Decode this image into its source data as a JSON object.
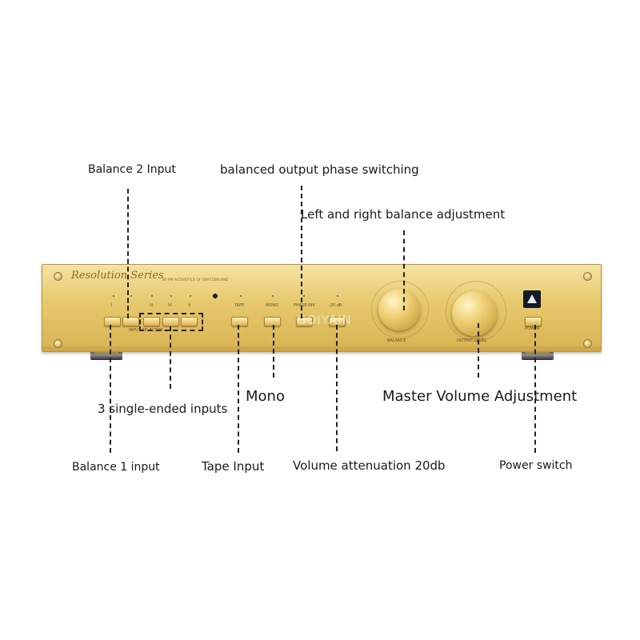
{
  "callouts": {
    "balance_2_input": "Balance 2 Input",
    "balanced_output_phase": "balanced output phase switching",
    "lr_balance": "Left and right balance adjustment",
    "three_single_ended": "3 single-ended inputs",
    "mono": "Mono",
    "master_volume": "Master Volume Adjustment",
    "balance_1_input": "Balance 1 input",
    "tape_input": "Tape Input",
    "volume_attenuation": "Volume attenuation 20db",
    "power_switch": "Power switch"
  },
  "panel": {
    "brand": "Resolution Series",
    "brand_sub": "BY PM ACOUSTICS OF SWITZERLAND",
    "labels": {
      "input_i": "I",
      "input_iii": "III",
      "input_iv": "IV",
      "input_v": "V",
      "input_selector": "INPUT SELECTOR",
      "tape": "TAPE",
      "mono": "MONO",
      "phase_inv": "PHASE INV",
      "minus20": "-20 dB",
      "balance": "BALANCE",
      "output_level": "OUTPUT LEVEL",
      "power": "POWER"
    },
    "watermark": "GOIYAIN"
  },
  "colors": {
    "panel_gold": "#e6c86c",
    "power_box": "#151a26"
  }
}
